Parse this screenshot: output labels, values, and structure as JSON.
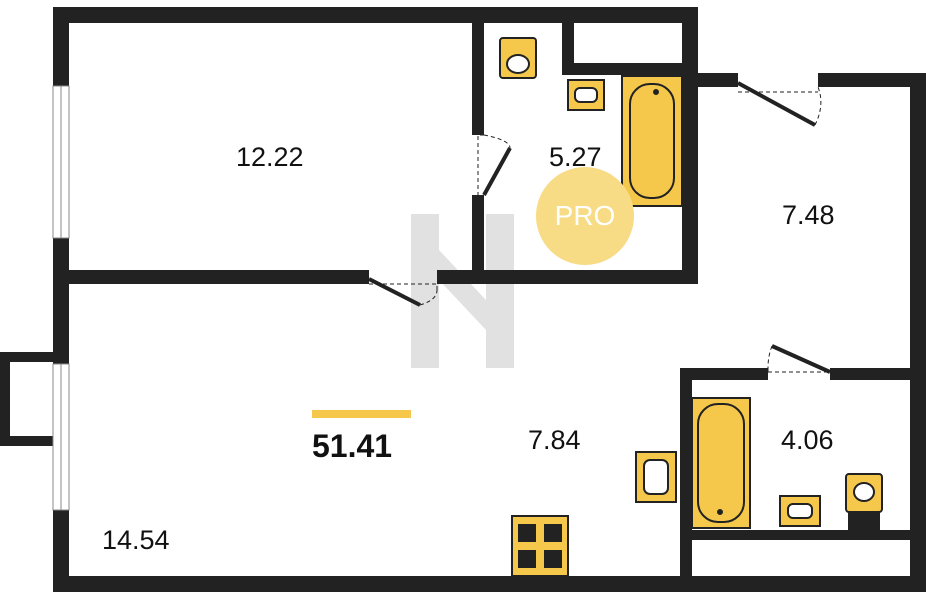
{
  "plan": {
    "total_area": "51.41",
    "badge": "PRO",
    "rooms": [
      {
        "id": "room-12-22",
        "area": "12.22"
      },
      {
        "id": "room-5-27",
        "area": "5.27"
      },
      {
        "id": "room-7-48",
        "area": "7.48"
      },
      {
        "id": "room-7-84",
        "area": "7.84"
      },
      {
        "id": "room-4-06",
        "area": "4.06"
      },
      {
        "id": "room-14-54",
        "area": "14.54"
      }
    ]
  },
  "colors": {
    "wall": "#222222",
    "fixture": "#f5c84c",
    "accent_bar": "#f5c84c",
    "badge": "#f7dc85",
    "watermark": "#cccccc"
  }
}
